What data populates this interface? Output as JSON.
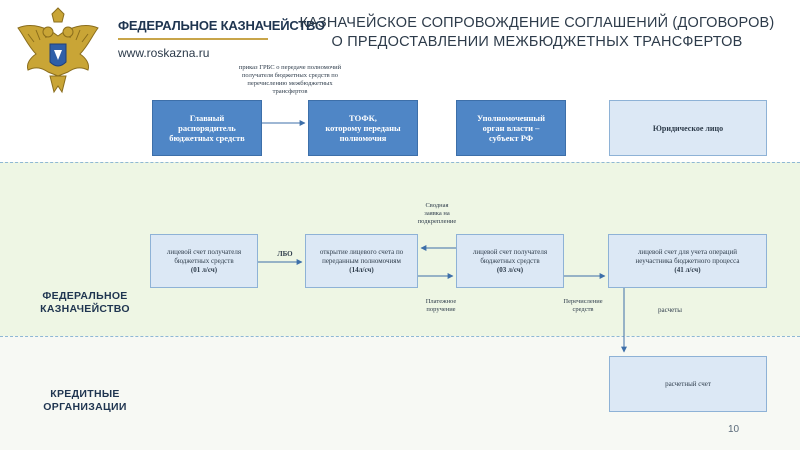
{
  "header": {
    "org_name": "ФЕДЕРАЛЬНОЕ КАЗНАЧЕЙСТВО",
    "org_url": "www.roskazna.ru",
    "title_line1": "КАЗНАЧЕЙСКОЕ СОПРОВОЖДЕНИЕ СОГЛАШЕНИЙ (ДОГОВОРОВ)",
    "title_line2": "О ПРЕДОСТАВЛЕНИИ МЕЖБЮДЖЕТНЫХ ТРАНСФЕРТОВ"
  },
  "notes": {
    "order_line1": "приказ ГРБС о передаче полномочий",
    "order_line2": "получателя бюджетных средств по",
    "order_line3": "перечислению межбюджетных",
    "order_line4": "трансфертов",
    "summary_line1": "Сводная",
    "summary_line2": "заявка на",
    "summary_line3": "подкрепление",
    "lbo": "ЛБО",
    "payment_line1": "Платежное",
    "payment_line2": "поручение",
    "transfer_line1": "Перечисление",
    "transfer_line2": "средств",
    "settlements": "расчеты"
  },
  "top_boxes": {
    "main_manager": [
      "Главный",
      "распорядитель",
      "бюджетных средств"
    ],
    "tofk": [
      "ТОФК,",
      "которому переданы",
      "полномочия"
    ],
    "authorized_body": [
      "Уполномоченный",
      "орган власти –",
      "субъект РФ"
    ],
    "legal_entity": "Юридическое лицо"
  },
  "mid_boxes": {
    "account_01": [
      "лицевой счет получателя",
      "бюджетных средств",
      "(01 л/сч)"
    ],
    "account_14": [
      "открытие лицевого счета по",
      "переданным полномочиям",
      "(14л/сч)"
    ],
    "account_03": [
      "лицевой счет получателя",
      "бюджетных средств",
      "(03 л/сч)"
    ],
    "account_41": [
      "лицевой счет для учета операций",
      "неучастника бюджетного процесса",
      "(41 л/сч)"
    ]
  },
  "bottom_boxes": {
    "settlement_account": "расчетный счет"
  },
  "sections": {
    "treasury_line1": "ФЕДЕРАЛЬНОЕ",
    "treasury_line2": "КАЗНАЧЕЙСТВО",
    "credit_line1": "КРЕДИТНЫЕ",
    "credit_line2": "ОРГАНИЗАЦИИ"
  },
  "footer": {
    "page_number": "10"
  },
  "colors": {
    "dark_box": "#4f86c6",
    "light_box": "#dce8f5",
    "arrow": "#3d6fa9",
    "treasury_band": "#eef6e4"
  }
}
